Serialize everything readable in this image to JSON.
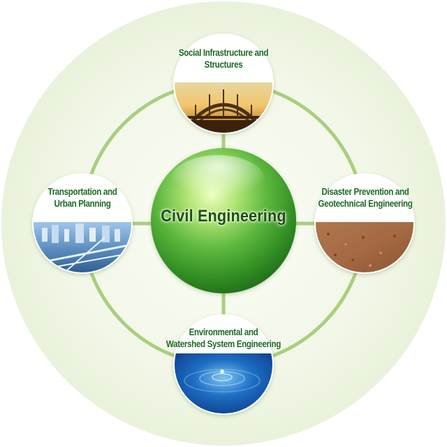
{
  "center": {
    "label": "Civil Engineering"
  },
  "nodes": {
    "top": {
      "label": "Social Infrastructure and\nStructures",
      "image": "bridge-arch-sunset-photo"
    },
    "right": {
      "label": "Disaster Prevention and\nGeotechnical Engineering",
      "image": "soil-ground-photo"
    },
    "bottom": {
      "label": "Environmental and\nWatershed System Engineering",
      "image": "water-ripple-photo"
    },
    "left": {
      "label": "Transportation and\nUrban Planning",
      "image": "city-highway-aerial-photo"
    }
  },
  "colors": {
    "background_circle": "#eef5df",
    "ring": "#a8cf7f",
    "center_sphere": "#5ab83a",
    "label_text": "#1d6a24"
  }
}
